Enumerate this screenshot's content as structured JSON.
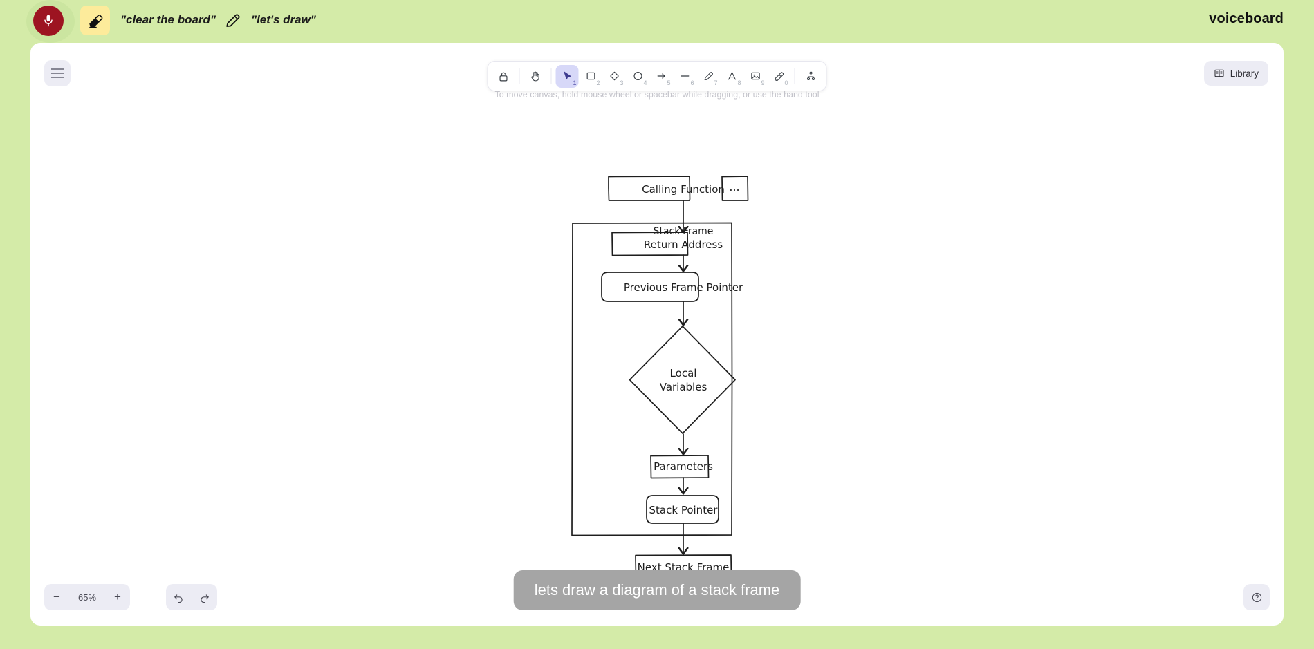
{
  "voicebar": {
    "mic_icon": "microphone-icon",
    "eraser_icon": "eraser-icon",
    "pencil_icon": "pencil-icon",
    "hint_clear": "\"clear the board\"",
    "hint_draw": "\"let's draw\"",
    "brand": "voiceboard",
    "mic_color": "#9d1421",
    "eraser_chip_color": "#fdeb9b",
    "page_bg": "#d4eba8"
  },
  "app": {
    "menu_icon": "hamburger-menu-icon",
    "library_label": "Library",
    "library_icon": "book-icon",
    "canvas_hint": "To move canvas, hold mouse wheel or spacebar while dragging, or use the hand tool",
    "accent": "#d7d8f8"
  },
  "toolbar": {
    "tools": [
      {
        "name": "lock-icon",
        "label": "Lock",
        "shortcut": "",
        "active": false
      },
      {
        "name": "hand-icon",
        "label": "Hand",
        "shortcut": "",
        "active": false
      },
      {
        "name": "selection-icon",
        "label": "Selection",
        "shortcut": "1",
        "active": true
      },
      {
        "name": "rectangle-icon",
        "label": "Rectangle",
        "shortcut": "2",
        "active": false
      },
      {
        "name": "diamond-icon",
        "label": "Diamond",
        "shortcut": "3",
        "active": false
      },
      {
        "name": "ellipse-icon",
        "label": "Ellipse",
        "shortcut": "4",
        "active": false
      },
      {
        "name": "arrow-icon",
        "label": "Arrow",
        "shortcut": "5",
        "active": false
      },
      {
        "name": "line-icon",
        "label": "Line",
        "shortcut": "6",
        "active": false
      },
      {
        "name": "draw-icon",
        "label": "Draw",
        "shortcut": "7",
        "active": false
      },
      {
        "name": "text-icon",
        "label": "Text",
        "shortcut": "8",
        "active": false
      },
      {
        "name": "image-icon",
        "label": "Image",
        "shortcut": "9",
        "active": false
      },
      {
        "name": "eraser-icon",
        "label": "Eraser",
        "shortcut": "0",
        "active": false
      },
      {
        "name": "frame-icon",
        "label": "Frame",
        "shortcut": "",
        "active": false
      }
    ]
  },
  "footer": {
    "zoom_out": "−",
    "zoom_value": "65%",
    "zoom_in": "+",
    "undo_icon": "undo-icon",
    "redo_icon": "redo-icon",
    "help_icon": "help-icon",
    "transcript": "lets draw a diagram of a stack frame"
  },
  "diagram": {
    "title": "Stack Frame",
    "nodes": [
      {
        "id": "calling-function",
        "label": "Calling Function",
        "shape": "rectangle"
      },
      {
        "id": "ellipsis-box",
        "label": "...",
        "shape": "rectangle"
      },
      {
        "id": "stack-frame-container",
        "label": "Stack Frame",
        "shape": "container"
      },
      {
        "id": "return-address",
        "label": "Return Address",
        "shape": "rectangle"
      },
      {
        "id": "previous-frame-pointer",
        "label": "Previous Frame Pointer",
        "shape": "rounded-rectangle"
      },
      {
        "id": "local-variables",
        "label": "Local\nVariables",
        "shape": "diamond"
      },
      {
        "id": "parameters",
        "label": "Parameters",
        "shape": "rectangle"
      },
      {
        "id": "stack-pointer",
        "label": "Stack Pointer",
        "shape": "rounded-rectangle"
      },
      {
        "id": "next-stack-frame",
        "label": "Next Stack Frame",
        "shape": "rectangle"
      }
    ],
    "edges": [
      {
        "from": "calling-function",
        "to": "return-address"
      },
      {
        "from": "return-address",
        "to": "previous-frame-pointer"
      },
      {
        "from": "previous-frame-pointer",
        "to": "local-variables"
      },
      {
        "from": "local-variables",
        "to": "parameters"
      },
      {
        "from": "parameters",
        "to": "stack-pointer"
      },
      {
        "from": "stack-pointer",
        "to": "next-stack-frame"
      }
    ],
    "labels": {
      "calling_function": "Calling Function",
      "ellipsis": "...",
      "stack_frame": "Stack Frame",
      "return_address": "Return Address",
      "previous_frame_pointer": "Previous Frame Pointer",
      "local_variables_1": "Local",
      "local_variables_2": "Variables",
      "parameters": "Parameters",
      "stack_pointer": "Stack Pointer",
      "next_stack_frame": "Next Stack Frame"
    },
    "stroke": "#1e1e1e"
  }
}
